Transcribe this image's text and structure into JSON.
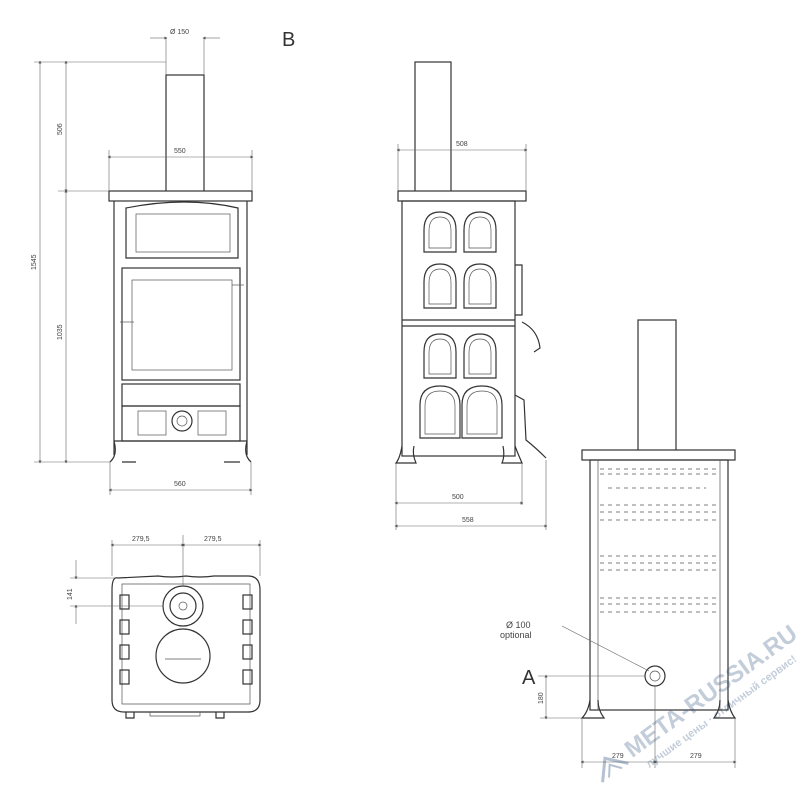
{
  "view_labels": {
    "top_label": "B",
    "side_label": "A"
  },
  "front_view": {
    "flue_diameter": "Ø 150",
    "flue_height": "506",
    "lower_height": "1035",
    "total_height": "1545",
    "top_width": "550",
    "bottom_width": "560"
  },
  "side_view": {
    "top_depth": "508",
    "bottom_depth": "500",
    "total_depth": "558"
  },
  "top_view": {
    "left_half": "279,5",
    "right_half": "279,5",
    "flue_offset": "141"
  },
  "rear_view": {
    "optional_outlet_diameter": "Ø 100",
    "optional_outlet_note": "optional",
    "outlet_height": "180",
    "left_offset": "279",
    "right_offset": "279"
  },
  "watermark": {
    "brand": "META-RUSSIA.RU",
    "tagline": "лучшие цены · отличный сервис!",
    "color": "#2b4e7a"
  }
}
